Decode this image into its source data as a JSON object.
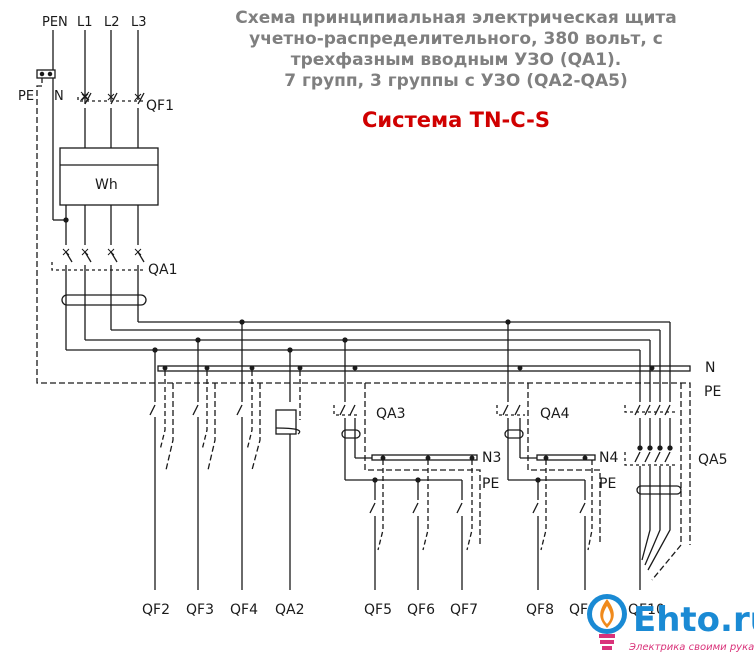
{
  "title": {
    "line1": "Схема принципиальная электрическая щита",
    "line2": "учетно-распределительного, 380 вольт, с",
    "line3": "трехфазным вводным УЗО (QA1).",
    "line4": "7 групп, 3 группы с УЗО (QA2-QA5)",
    "system": "Система TN-C-S"
  },
  "inputs": {
    "pen": "PEN",
    "l1": "L1",
    "l2": "L2",
    "l3": "L3",
    "pe": "PE",
    "n": "N"
  },
  "devices": {
    "qf1": "QF1",
    "meter": "Wh",
    "qa1": "QA1",
    "qa3": "QA3",
    "qa4": "QA4",
    "qa5": "QA5"
  },
  "buses": {
    "n": "N",
    "pe": "PE",
    "n3": "N3",
    "pe3": "PE",
    "n4": "N4",
    "pe4": "PE"
  },
  "groups": {
    "qf2": "QF2",
    "qf3": "QF3",
    "qf4": "QF4",
    "qa2": "QA2",
    "qf5": "QF5",
    "qf6": "QF6",
    "qf7": "QF7",
    "qf8": "QF8",
    "qf9": "QF9",
    "qf10": "QF10"
  },
  "logo": {
    "name": "Ehto.ru",
    "tagline": "Электрика своими руками"
  },
  "colors": {
    "line": "#1a1a1a",
    "title": "#7f7f7f",
    "system": "#d00000",
    "logo_blue": "#1a8ad4",
    "logo_pink": "#d9337a"
  }
}
